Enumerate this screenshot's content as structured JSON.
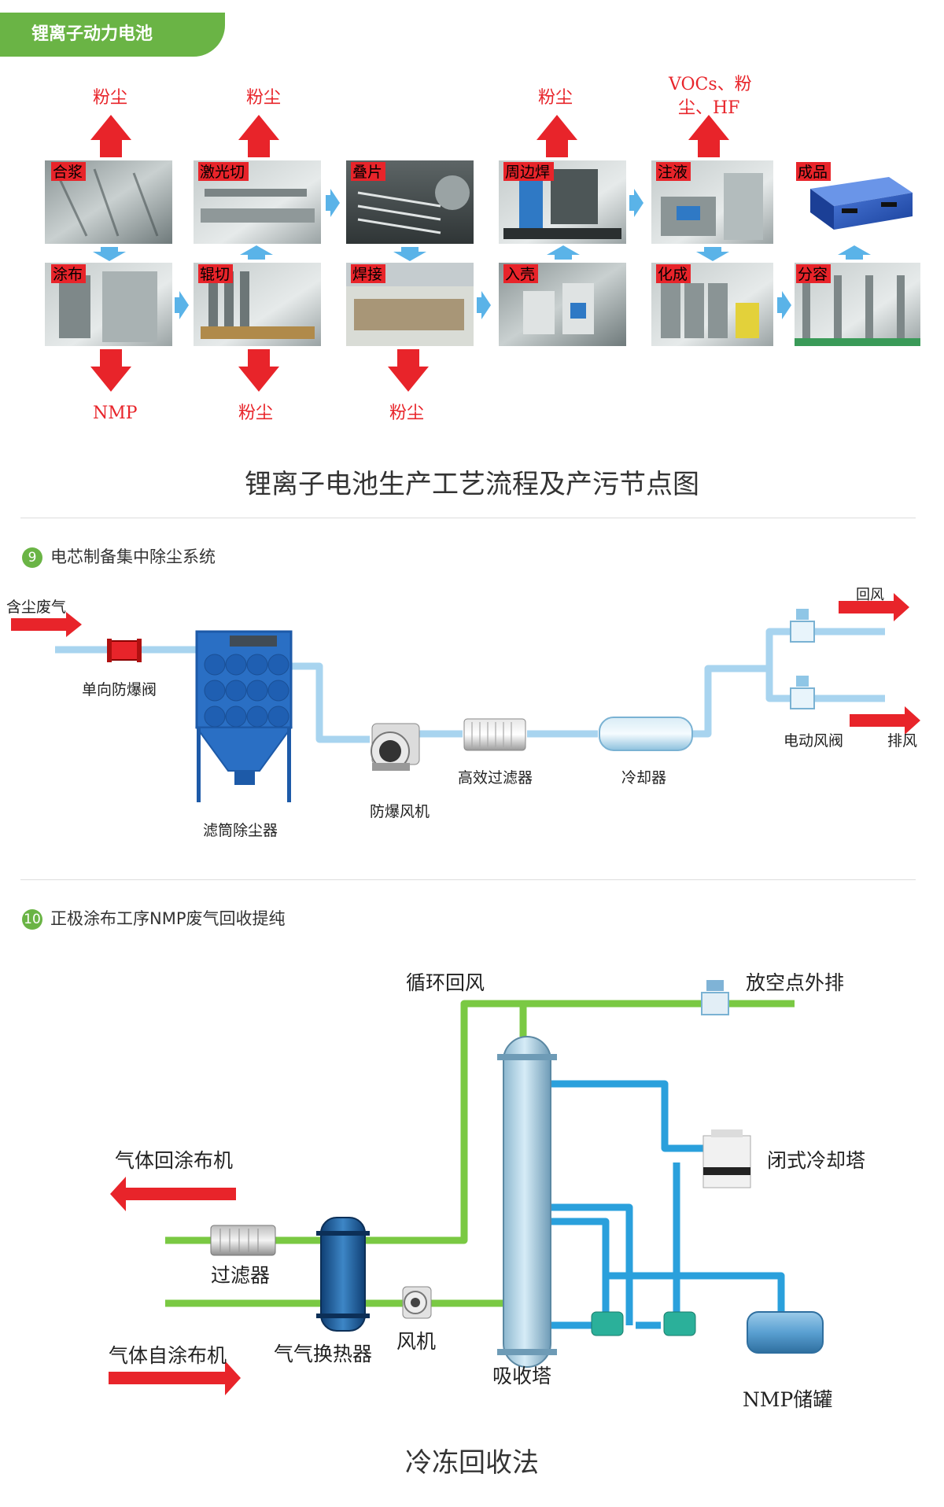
{
  "banner": {
    "title": "锂离子动力电池"
  },
  "process": {
    "steps": {
      "hejiang": "合浆",
      "jiguangqie": "激光切",
      "diepian": "叠片",
      "zhoubianhan": "周边焊",
      "zhuye": "注液",
      "chengpin": "成品",
      "tubu": "涂布",
      "gunqie": "辊切",
      "hanjie": "焊接",
      "ruke": "入壳",
      "huacheng": "化成",
      "fenrong": "分容"
    },
    "pollutants": {
      "dust1": "粉尘",
      "dust2": "粉尘",
      "dust3": "粉尘",
      "vocs_line1": "VOCs、粉",
      "vocs_line2": "尘、HF",
      "nmp": "NMP",
      "dust4": "粉尘",
      "dust5": "粉尘"
    },
    "caption": "锂离子电池生产工艺流程及产污节点图"
  },
  "section9": {
    "number": "9",
    "title": "电芯制备集中除尘系统",
    "labels": {
      "inlet": "含尘废气",
      "valve": "单向防爆阀",
      "collector": "滤筒除尘器",
      "fan": "防爆风机",
      "filter": "高效过滤器",
      "cooler": "冷却器",
      "return": "回风",
      "damper": "电动风阀",
      "exhaust": "排风"
    }
  },
  "section10": {
    "number": "10",
    "title": "正极涂布工序NMP废气回收提纯",
    "labels": {
      "recycle": "循环回风",
      "vent": "放空点外排",
      "to_coater": "气体回涂布机",
      "filter": "过滤器",
      "tower_cool": "闭式冷却塔",
      "from_coater": "气体自涂布机",
      "exchanger": "气气换热器",
      "fan": "风机",
      "absorber": "吸收塔",
      "tank": "NMP储罐"
    },
    "caption": "冷冻回收法"
  },
  "colors": {
    "accent": "#6ab445",
    "arrow_red": "#e8242a",
    "pipe_blue": "#2aa0dc",
    "pipe_green": "#7ac943",
    "pipe_lightblue": "#a8d4ef"
  }
}
